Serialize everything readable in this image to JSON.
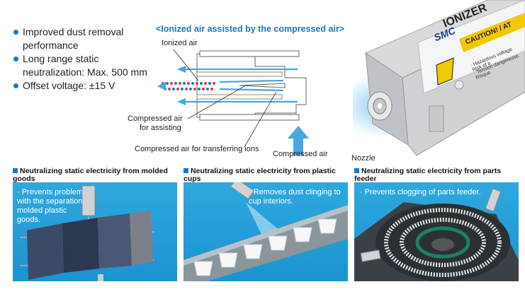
{
  "features": [
    "Improved dust removal performance",
    "Long range static neutralization: Max. 500 mm",
    "Offset voltage: ±15 V"
  ],
  "diagram": {
    "title": "<Ionized air assisted by the compressed air>",
    "labels": {
      "ionized_air": "Ionized air",
      "compressed_assist_1": "Compressed air",
      "compressed_assist_2": "for assisting",
      "transfer": "Compressed air for transferring ions",
      "compressed_air": "Compressed air",
      "nozzle": "Nozzle"
    }
  },
  "product": {
    "brand": "SMC",
    "name": "IONIZER",
    "caution_title": "CAUTION! / AT",
    "caution_line1": "· Hazardous voltage. Risk of e",
    "caution_line2": "· Tension dangereuse. Risque"
  },
  "sections": [
    {
      "title": "Neutralizing static electricity from molded goods",
      "caption": "· Prevents problems with the separation of molded plastic goods."
    },
    {
      "title": "Neutralizing static electricity from plastic cups",
      "caption": "· Removes dust clinging to cup interiors."
    },
    {
      "title": "Neutralizing static electricity from parts feeder",
      "caption": "· Prevents clogging of parts feeder."
    }
  ],
  "colors": {
    "accent": "#1a78c2",
    "panel_blue": "#1b93cf",
    "caution_yellow": "#f2c800"
  }
}
